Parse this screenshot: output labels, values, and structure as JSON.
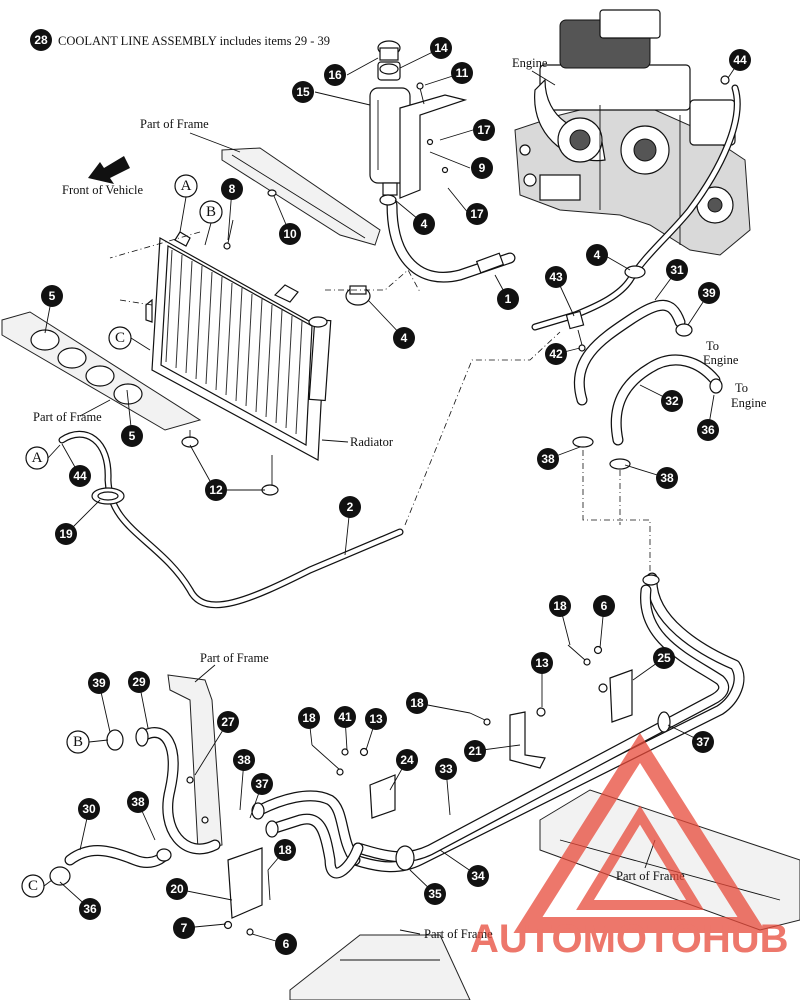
{
  "header": {
    "callout": "28",
    "title": "COOLANT LINE ASSEMBLY includes items 29 - 39"
  },
  "labels": {
    "engine": "Engine",
    "part_of_frame_top": "Part of Frame",
    "part_of_frame_left": "Part of Frame",
    "part_of_frame_mid": "Part of Frame",
    "part_of_frame_right": "Part of Frame",
    "part_of_frame_bottom": "Part of Frame",
    "front_of_vehicle": "Front of Vehicle",
    "radiator": "Radiator",
    "to_engine_1a": "To",
    "to_engine_1b": "Engine",
    "to_engine_2a": "To",
    "to_engine_2b": "Engine"
  },
  "letters": [
    "A",
    "B",
    "C",
    "A",
    "B",
    "C"
  ],
  "callouts": [
    "16",
    "14",
    "11",
    "15",
    "17",
    "9",
    "17",
    "4",
    "10",
    "8",
    "1",
    "5",
    "4",
    "5",
    "44",
    "12",
    "19",
    "2",
    "43",
    "42",
    "4",
    "31",
    "39",
    "32",
    "36",
    "38",
    "38",
    "44",
    "18",
    "6",
    "13",
    "25",
    "37",
    "39",
    "29",
    "27",
    "38",
    "37",
    "41",
    "13",
    "18",
    "24",
    "18",
    "21",
    "33",
    "30",
    "38",
    "35",
    "34",
    "20",
    "18",
    "7",
    "6",
    "36"
  ],
  "watermark": {
    "text": "AUTOMOTOHUB",
    "color": "#e84a3a"
  }
}
